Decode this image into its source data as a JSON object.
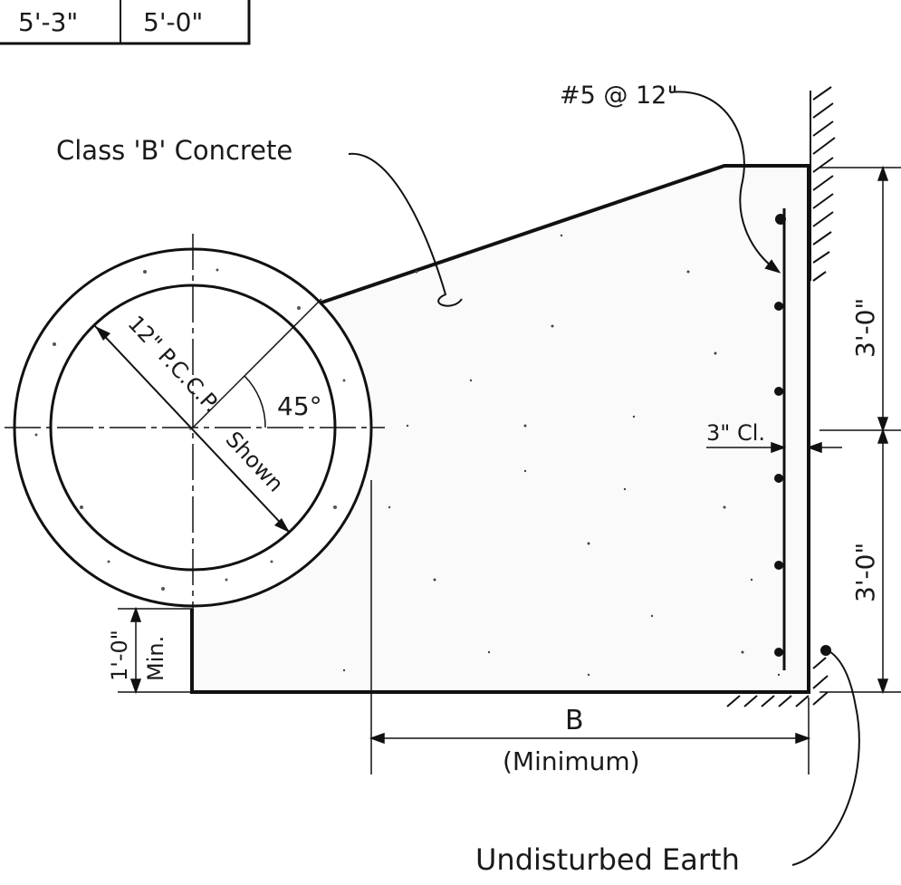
{
  "table": {
    "cell_1": "5'-3\"",
    "cell_2": "5'-0\""
  },
  "labels": {
    "concrete": "Class 'B' Concrete",
    "rebar": "#5 @ 12\"",
    "pipe": "12\" P.C.C.P.",
    "shown": "Shown",
    "angle": "45°",
    "clearance": "3\" Cl.",
    "height_top": "3'-0\"",
    "height_bottom": "3'-0\"",
    "min_depth": "1'-0\"",
    "min_word": "Min.",
    "width": "B",
    "width_note": "(Minimum)",
    "earth": "Undisturbed Earth"
  }
}
